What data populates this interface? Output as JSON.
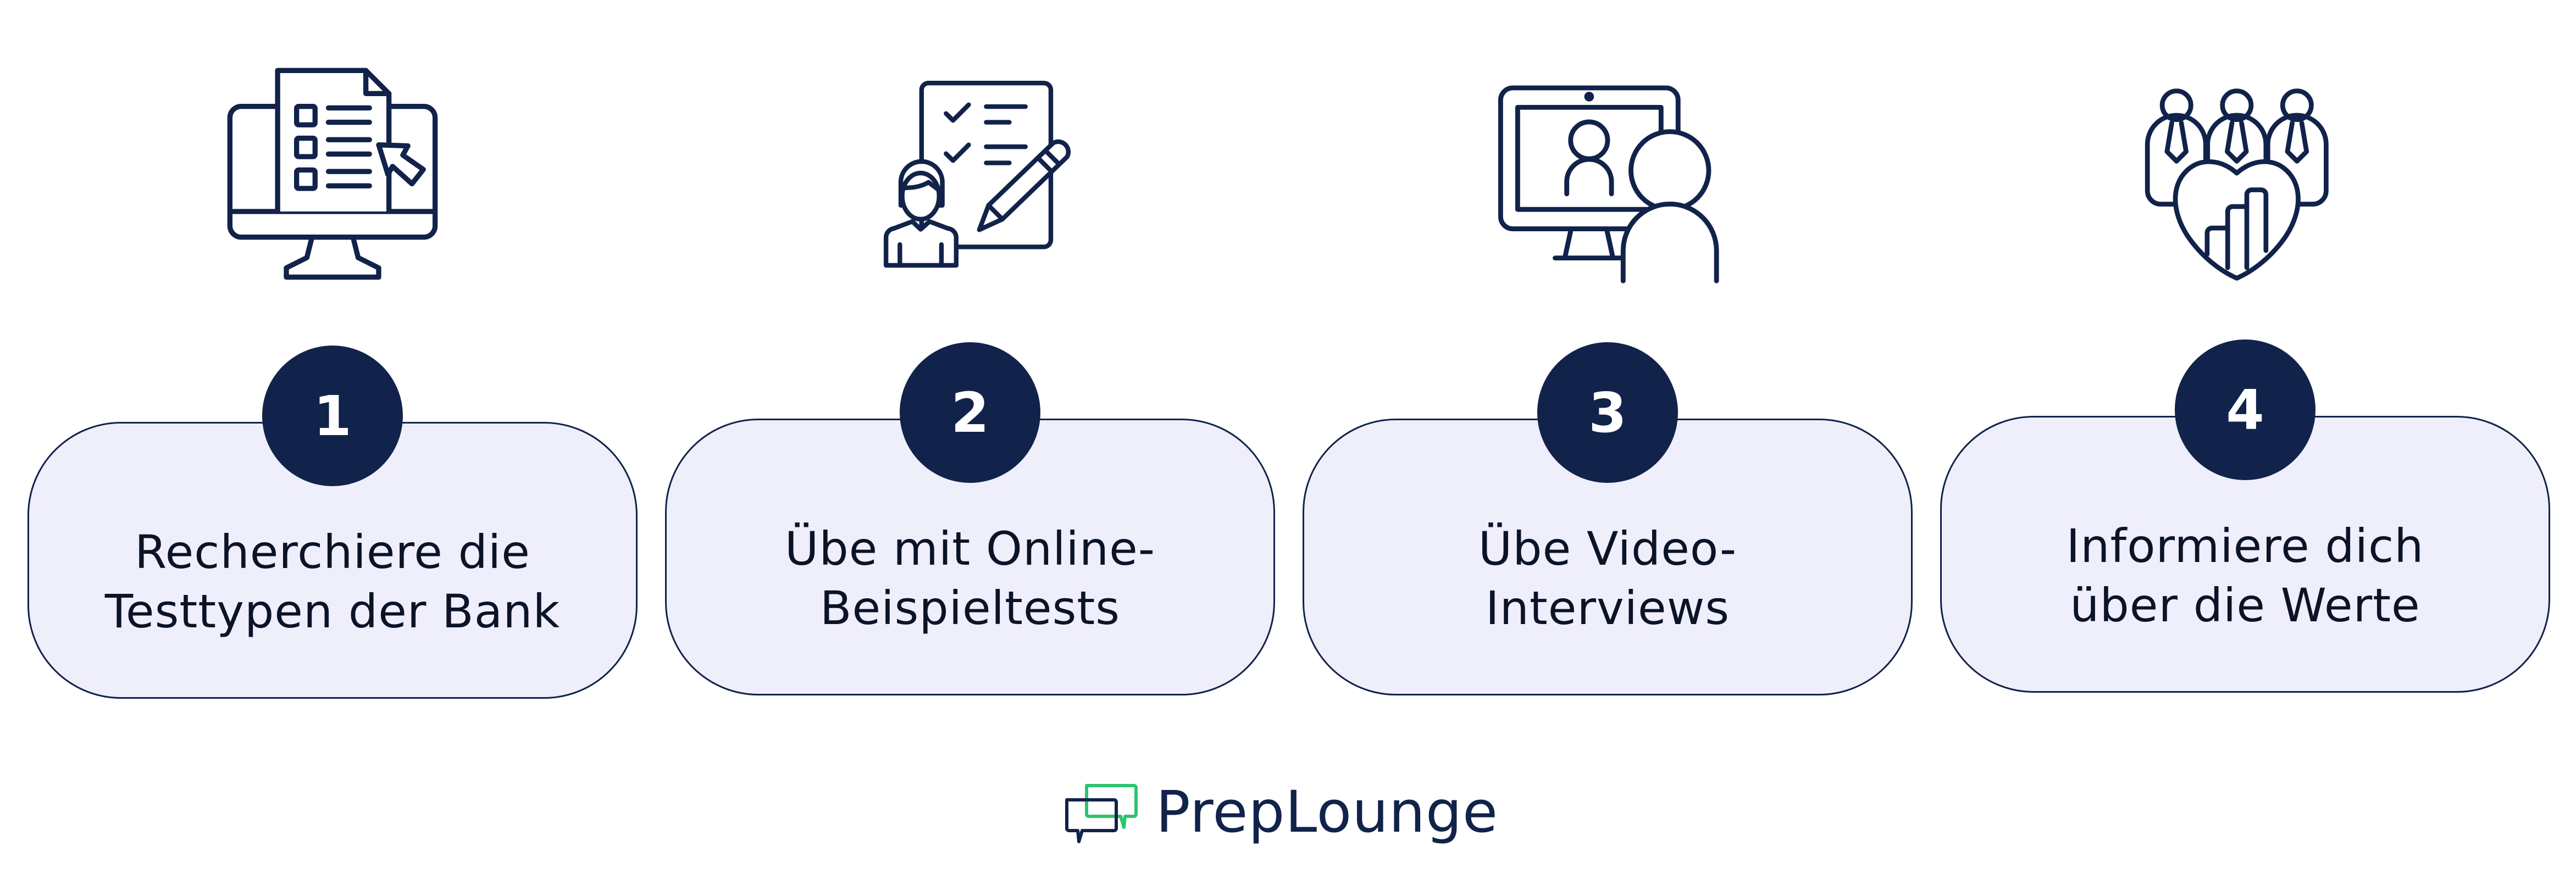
{
  "colors": {
    "primary_navy": "#11234A",
    "card_fill": "#EFEEFB",
    "text": "#0B1327",
    "logo_green": "#2DC46E",
    "background": "#FFFFFF"
  },
  "steps": [
    {
      "number": "1",
      "icon": "computer-checklist-cursor-icon",
      "lines": [
        "Recherchiere die",
        "Testtypen der Bank"
      ]
    },
    {
      "number": "2",
      "icon": "person-checklist-pencil-icon",
      "lines": [
        "Übe mit Online-",
        "Beispieltests"
      ]
    },
    {
      "number": "3",
      "icon": "video-interview-icon",
      "lines": [
        "Übe Video-",
        "Interviews"
      ]
    },
    {
      "number": "4",
      "icon": "team-heart-values-icon",
      "lines": [
        "Informiere dich",
        "über die Werte"
      ]
    }
  ],
  "logo": {
    "text": "PrepLounge",
    "icon": "chat-bubbles-icon"
  }
}
